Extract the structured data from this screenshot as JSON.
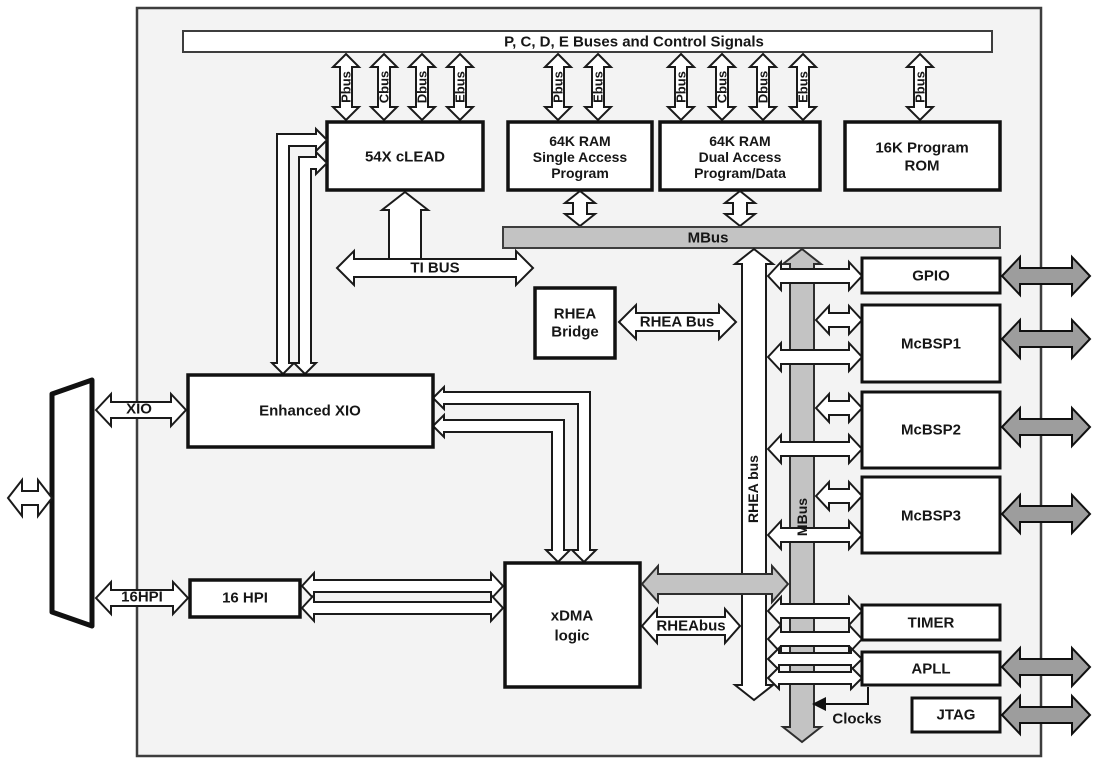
{
  "colors": {
    "canvas_bg": "#ffffff",
    "board_bg": "#f3f3f3",
    "block_fill": "#ffffff",
    "block_border": "#111111",
    "bus_gray": "#c3c3c3",
    "external_arrow_gray": "#9d9d9d",
    "text": "#161616"
  },
  "top_bar": {
    "label": "P, C, D, E Buses and Control Signals"
  },
  "bus_taps": {
    "clead": [
      "Pbus",
      "Cbus",
      "Dbus",
      "Ebus"
    ],
    "ram_single": [
      "Pbus",
      "Ebus"
    ],
    "ram_dual": [
      "Pbus",
      "Cbus",
      "Dbus",
      "Ebus"
    ],
    "rom": [
      "Pbus"
    ]
  },
  "blocks": {
    "clead": {
      "label": "54X cLEAD"
    },
    "ram_single": {
      "line1": "64K RAM",
      "line2": "Single Access",
      "line3": "Program"
    },
    "ram_dual": {
      "line1": "64K RAM",
      "line2": "Dual Access",
      "line3": "Program/Data"
    },
    "rom": {
      "line1": "16K Program",
      "line2": "ROM"
    },
    "rhea_bridge": {
      "line1": "RHEA",
      "line2": "Bridge"
    },
    "enhanced_xio": {
      "label": "Enhanced XIO"
    },
    "hpi": {
      "label": "16 HPI"
    },
    "xdma": {
      "line1": "xDMA",
      "line2": "logic"
    },
    "gpio": {
      "label": "GPIO"
    },
    "mcbsp1": {
      "label": "McBSP1"
    },
    "mcbsp2": {
      "label": "McBSP2"
    },
    "mcbsp3": {
      "label": "McBSP3"
    },
    "timer": {
      "label": "TIMER"
    },
    "apll": {
      "label": "APLL"
    },
    "jtag": {
      "label": "JTAG"
    }
  },
  "buses": {
    "mbus_bar": "MBus",
    "ti_bus": "TI BUS",
    "rhea_bus_horizontal": "RHEA Bus",
    "rhea_bus_vertical": "RHEA bus",
    "mbus_vertical": "MBus",
    "rheabus_xdma": "RHEAbus",
    "xio": "XIO",
    "hpi": "16HPI",
    "clocks": "Clocks"
  }
}
